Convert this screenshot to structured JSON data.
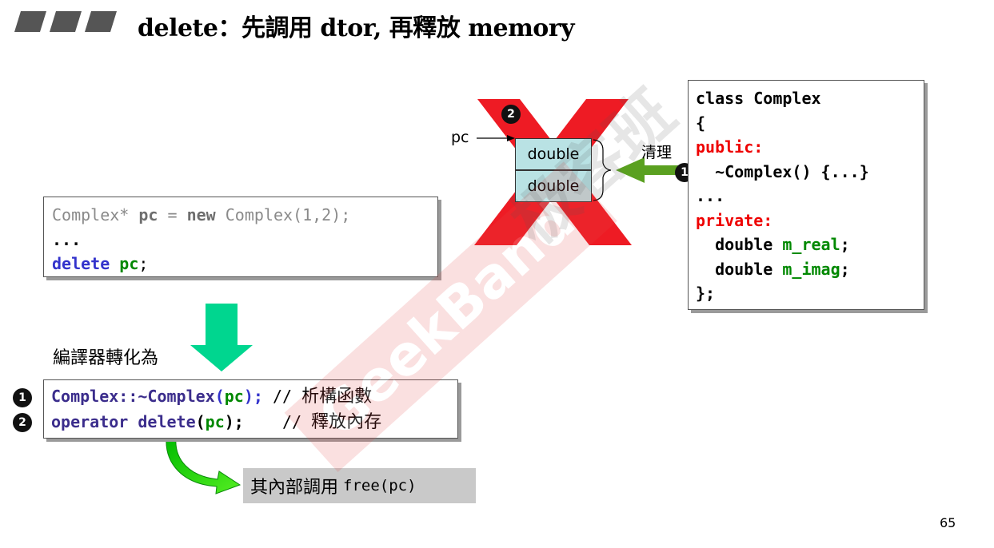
{
  "slide": {
    "title": "delete：先調用 dtor, 再釋放 memory",
    "page_number": "65"
  },
  "source_code": {
    "line1": {
      "type": "Complex* ",
      "var": "pc",
      "eq": " = ",
      "kw_new": "new",
      "rest": " Complex(1,2);"
    },
    "line2": "...",
    "line3": {
      "kw_delete": "delete",
      "sp": " ",
      "var": "pc",
      "semi": ";"
    }
  },
  "compile_label": "編譯器轉化為",
  "expanded_code": {
    "num1": "1",
    "num2": "2",
    "line1": {
      "call": "Complex::~Complex",
      "open": "(",
      "arg": "pc",
      "close": ");",
      "comment": " // ",
      "comment_text": "析構函數"
    },
    "line2": {
      "call": "operator delete",
      "open": "(",
      "arg": "pc",
      "close": ");",
      "comment": "    // ",
      "comment_text": "釋放內存"
    }
  },
  "free_note": {
    "text": "其內部調用",
    "code": "free(pc)"
  },
  "memory": {
    "pointer_label": "pc",
    "cells": [
      "double",
      "double"
    ],
    "clean_label": "清理",
    "step_dtor": "1",
    "step_free": "2"
  },
  "class_code": {
    "line1": "class Complex",
    "line2": "{",
    "public": "public:",
    "dtor": "  ~Complex() {...}",
    "dots": "...",
    "private": "private:",
    "m1_type": "  double ",
    "m1_name": "m_real",
    "m2_type": "  double ",
    "m2_name": "m_imag",
    "semi": ";",
    "end": "};"
  },
  "watermark": {
    "text1": "GeekBand",
    "text2": "极客班"
  },
  "colors": {
    "keyword_blue": "#3333cc",
    "variable_green": "#008800",
    "access_red": "#ee0000",
    "memory_cell": "#b9e2e4",
    "big_x": "#ee1b24",
    "down_arrow": "#00d68f",
    "clean_arrow": "#5aa020"
  }
}
